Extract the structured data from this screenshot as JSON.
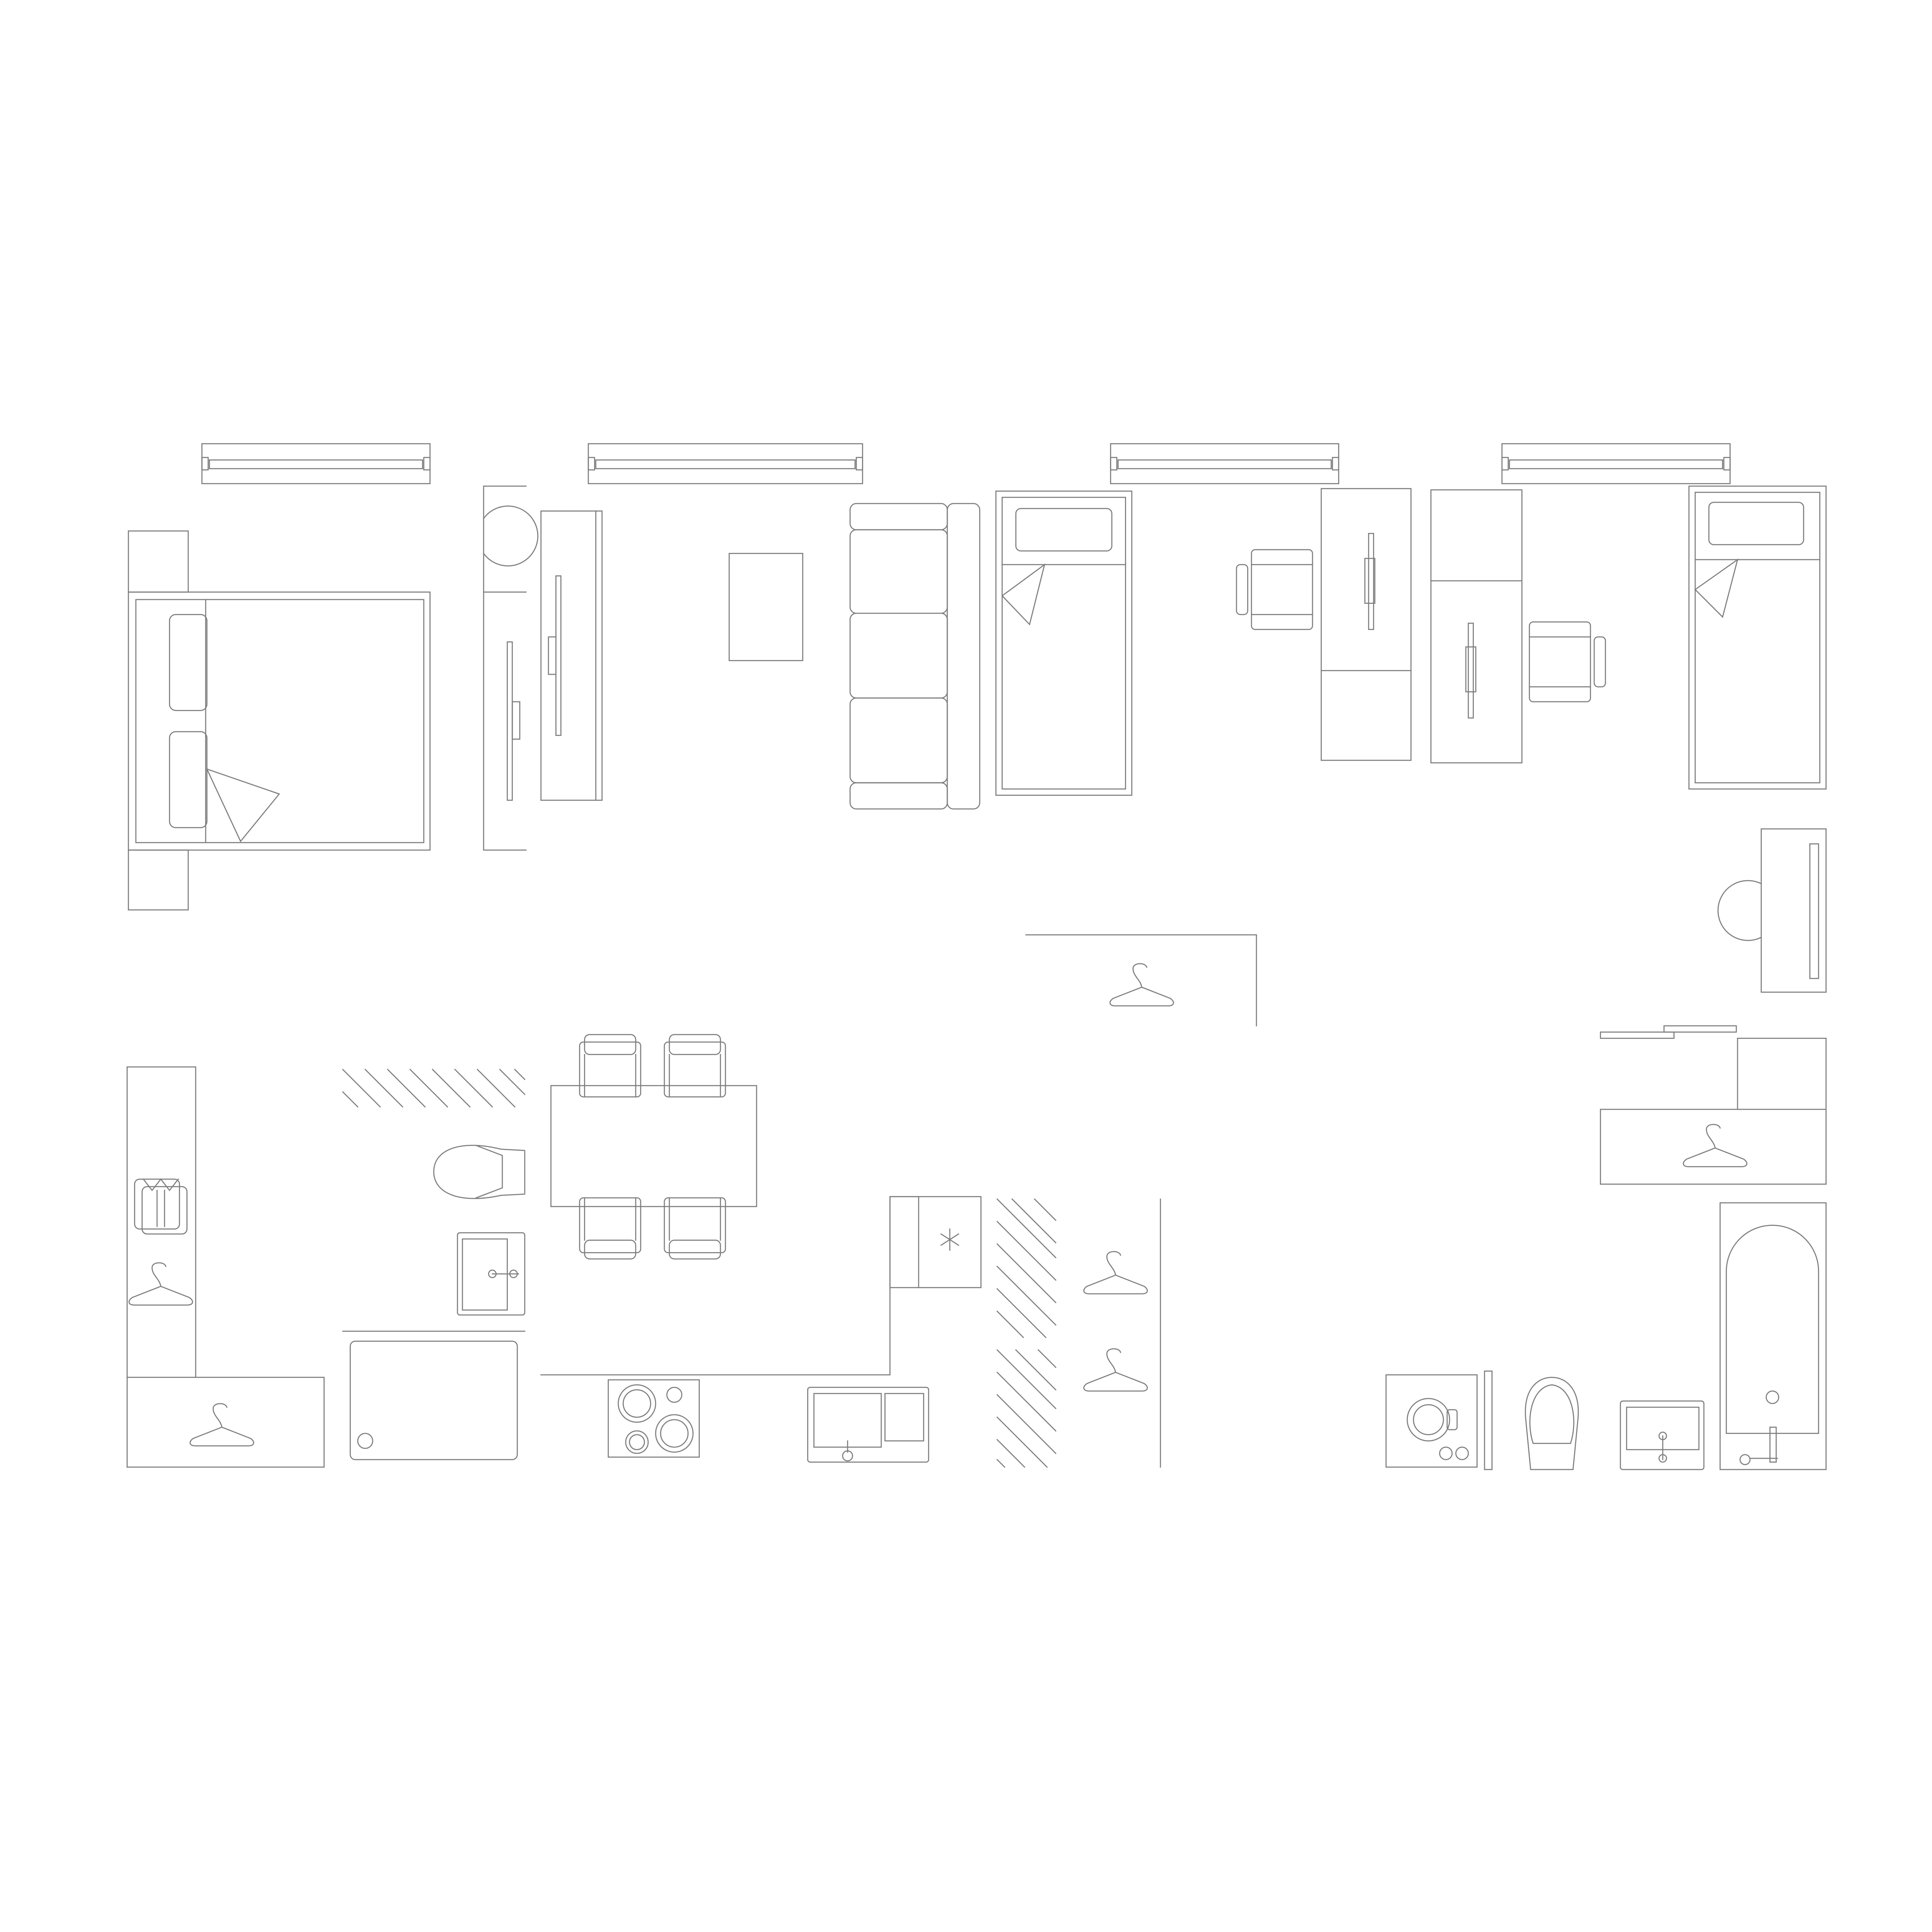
{
  "diagram": {
    "type": "floor-plan",
    "colors": {
      "line": "#7d7d7d",
      "background": "#ffffff"
    },
    "rooms": [
      {
        "name": "bedroom-master",
        "contents": [
          "double-bed",
          "nightstand",
          "lamp",
          "wardrobe"
        ]
      },
      {
        "name": "living-room",
        "contents": [
          "sofa",
          "coffee-table",
          "tv-cabinet"
        ]
      },
      {
        "name": "bedroom-children",
        "contents": [
          "single-bed",
          "single-bed",
          "desk",
          "desk",
          "desk-chair",
          "desk-chair",
          "nightstand",
          "lamp"
        ]
      },
      {
        "name": "toilet",
        "contents": [
          "toilet",
          "washbasin"
        ]
      },
      {
        "name": "kitchen-dining",
        "contents": [
          "dining-table",
          "chair",
          "chair",
          "chair",
          "chair",
          "cooktop",
          "sink",
          "fridge",
          "counter"
        ]
      },
      {
        "name": "hall",
        "contents": [
          "wardrobe",
          "wardrobe",
          "closet"
        ]
      },
      {
        "name": "bathroom",
        "contents": [
          "bathtub",
          "toilet",
          "washbasin",
          "washing-machine"
        ]
      }
    ],
    "icons": [
      "window-icon",
      "hanger-icon",
      "shirt-icon",
      "snowflake-icon",
      "faucet-icon",
      "lamp-icon"
    ]
  }
}
